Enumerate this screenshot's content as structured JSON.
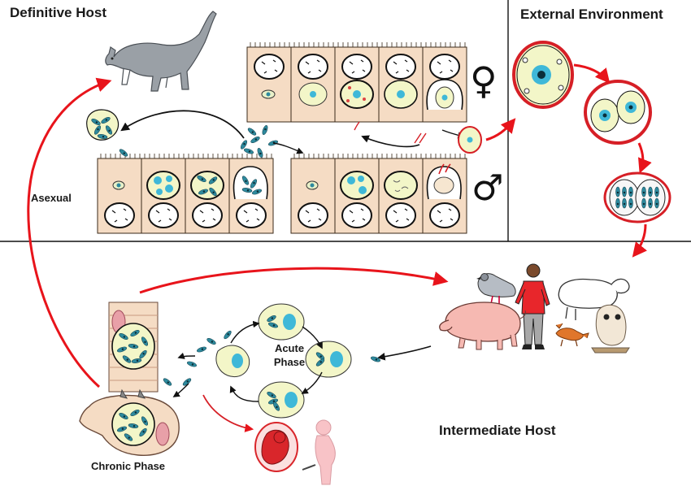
{
  "labels": {
    "definitive_host": "Definitive Host",
    "external_environment": "External Environment",
    "asexual": "Asexual",
    "acute_phase_line1": "Acute",
    "acute_phase_line2": "Phase",
    "chronic_phase": "Chronic Phase",
    "intermediate_host": "Intermediate Host",
    "female_symbol": "♀",
    "male_symbol": "♂"
  },
  "colors": {
    "cycle_arrow": "#e8141b",
    "black_arrow": "#111111",
    "cell_fill": "#f5dcc4",
    "cell_outline": "#3a2a1a",
    "oocyst_fill": "#f3f6c8",
    "oocyst_ring": "#d61f26",
    "nucleus": "#3fb8d8",
    "parasite": "#2d8a9e",
    "pig": "#f6b9b2",
    "woman": "#f8c3c7",
    "fetus": "#d9262b"
  },
  "icons": [
    "cat-icon",
    "pigeon-icon",
    "man-icon",
    "sheep-icon",
    "pig-icon",
    "fox-icon",
    "owl-icon",
    "fetus-icon",
    "pregnant-woman-icon"
  ]
}
